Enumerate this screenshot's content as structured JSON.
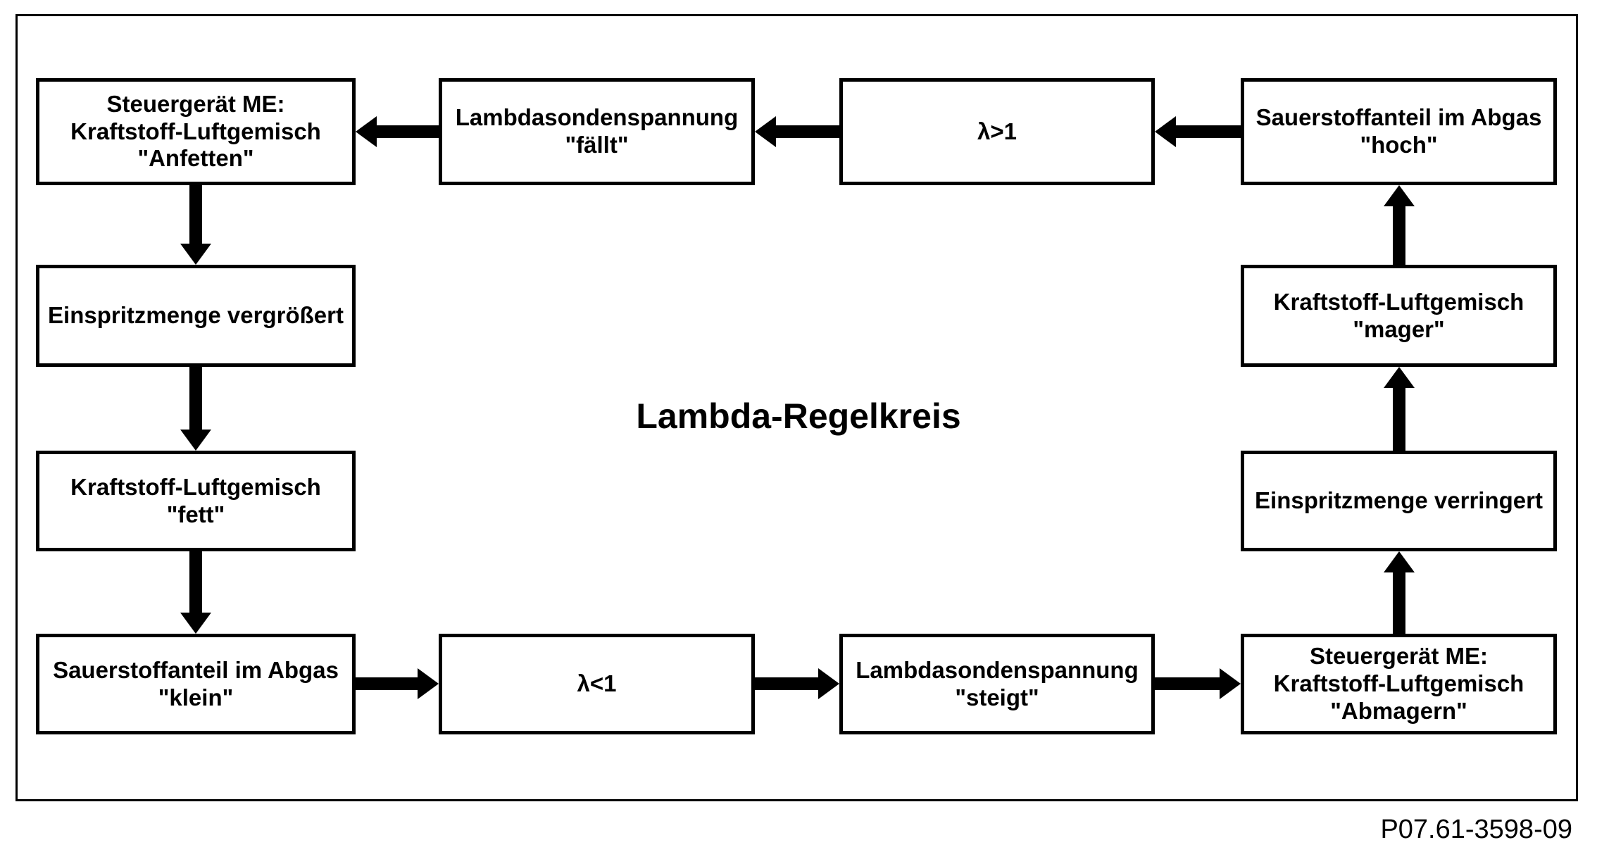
{
  "title": "Lambda-Regelkreis",
  "figure_number": "P07.61-3598-09",
  "colors": {
    "line": "#000000",
    "background": "#ffffff"
  },
  "nodes": {
    "steuergeraet_anfetten": "Steuergerät ME:\nKraftstoff-Luftgemisch\n\"Anfetten\"",
    "lambdasondenspannung_faellt": "Lambdasondenspannung\n\"fällt\"",
    "lambda_groesser_1": "λ>1",
    "sauerstoffanteil_hoch": "Sauerstoffanteil im Abgas\n\"hoch\"",
    "einspritzmenge_vergroessert": "Einspritzmenge vergrößert",
    "kraftstoff_luftgemisch_fett": "Kraftstoff-Luftgemisch\n\"fett\"",
    "sauerstoffanteil_klein": "Sauerstoffanteil im Abgas\n\"klein\"",
    "lambda_kleiner_1": "λ<1",
    "lambdasondenspannung_steigt": "Lambdasondenspannung\n\"steigt\"",
    "steuergeraet_abmagern": "Steuergerät ME:\nKraftstoff-Luftgemisch\n\"Abmagern\"",
    "einspritzmenge_verringert": "Einspritzmenge verringert",
    "kraftstoff_luftgemisch_mager": "Kraftstoff-Luftgemisch\n\"mager\""
  }
}
